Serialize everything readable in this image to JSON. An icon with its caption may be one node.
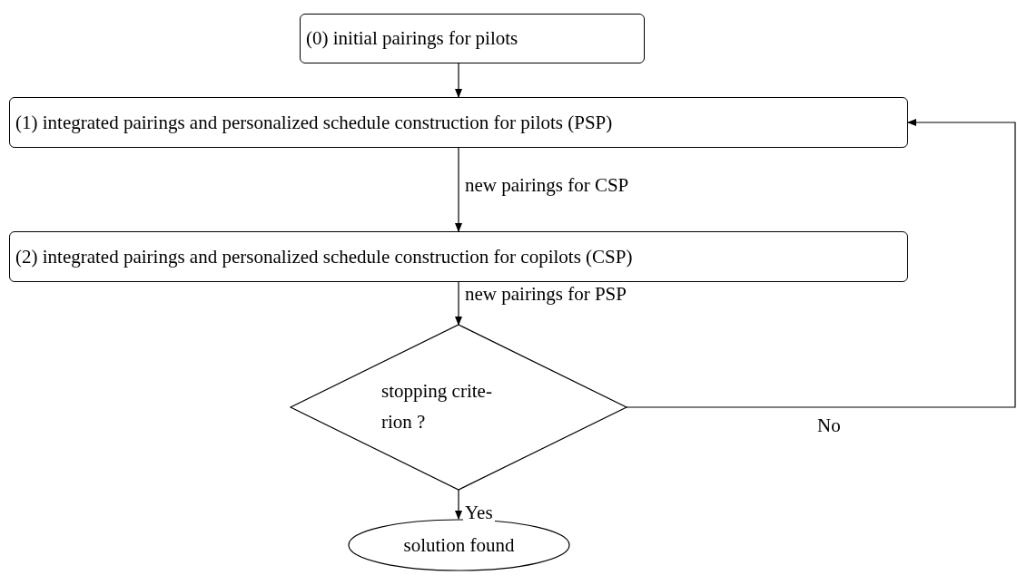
{
  "diagram": {
    "nodes": [
      {
        "text": [
          "(0) initial pairings for pilots"
        ]
      },
      {
        "text": [
          "(1) integrated pairings and personalized schedule construction for pilots (PSP)"
        ]
      },
      {
        "text": [
          "(2) integrated pairings and personalized schedule construction for copilots (CSP)"
        ]
      },
      {
        "text": [
          "stopping crite- rion ?"
        ]
      },
      {
        "text": [
          "solution found"
        ]
      }
    ],
    "edges": [
      {
        "from": 0,
        "to": 1,
        "arrow": "to"
      },
      {
        "from": 1,
        "to": 2,
        "arrow": "to",
        "label": "new pairings for CSP"
      },
      {
        "from": 2,
        "to": 3,
        "arrow": "to",
        "label": "new pairings for PSP"
      },
      {
        "from": 3,
        "to": 4,
        "arrow": "to",
        "label": "Yes"
      },
      {
        "from": 3,
        "to": 1,
        "arrow": "to",
        "label": "No"
      }
    ]
  }
}
